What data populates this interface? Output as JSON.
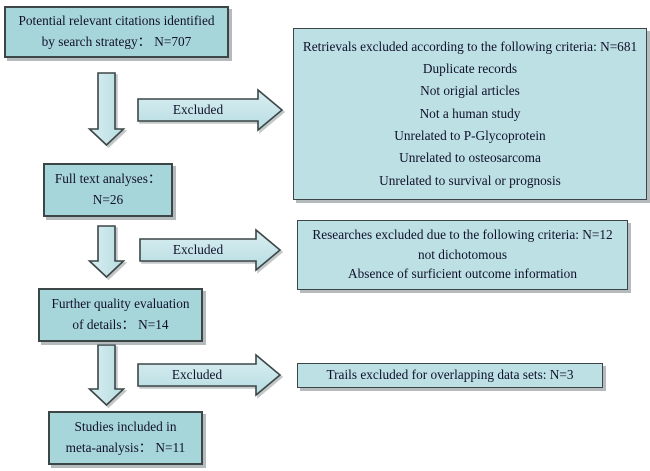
{
  "flowchart": {
    "left_boxes": {
      "citations": {
        "lines": [
          "Potential relevant citations identified",
          "by search strategy： N=707"
        ]
      },
      "fulltext": {
        "lines": [
          "Full text analyses：",
          "N=26"
        ]
      },
      "quality": {
        "lines": [
          "Further quality evaluation",
          "of details： N=14"
        ]
      },
      "included": {
        "lines": [
          "Studies included in",
          "meta-analysis： N=11"
        ]
      }
    },
    "right_boxes": {
      "retrievals": {
        "lines": [
          "Retrievals excluded according to the following criteria: N=681",
          "Duplicate records",
          "Not origial articles",
          "Not a human study",
          "Unrelated to P-Glycoprotein",
          "Unrelated to osteosarcoma",
          "Unrelated to survival or prognosis"
        ]
      },
      "researches": {
        "lines": [
          "Researches excluded due to the following criteria: N=12",
          "not dichotomous",
          "Absence of surficient outcome information"
        ]
      },
      "trails": {
        "lines": [
          "Trails excluded for overlapping data sets: N=3"
        ]
      }
    },
    "arrow_labels": {
      "excluded_1": "Excluded",
      "excluded_2": "Excluded",
      "excluded_3": "Excluded"
    },
    "colors": {
      "left_box_fill": "#a7d6da",
      "right_box_fill": "#bce0e4",
      "arrow_fill": "#cfe9ec",
      "border": "#3d4647",
      "text": "#10102a"
    }
  }
}
